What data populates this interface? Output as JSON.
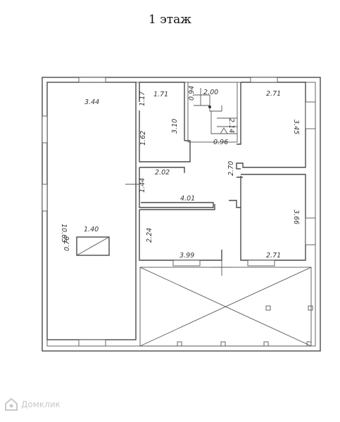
{
  "title": "1 этаж",
  "dimensions": {
    "hall_width": "3.44",
    "hall_length": "10.63",
    "hall_window_w": "1.40",
    "hall_window_h": "0.76",
    "bath_width": "1.71",
    "bath_v1": "1.17",
    "bath_v2": "3.10",
    "bath_v3": "1.62",
    "stair_top": "2.00",
    "stair_left": "0.94",
    "stair_mid": "2.14",
    "stair_bottom": "0.96",
    "room_ne_width": "2.71",
    "room_ne_height": "3.45",
    "corridor_width": "2.02",
    "corridor_height": "1.44",
    "corridor_v": "2.70",
    "corridor_long": "4.01",
    "room_sw_height": "2.24",
    "room_sw_width": "3.99",
    "room_se_height": "3.66",
    "room_se_width": "2.71"
  },
  "watermark": {
    "text": "Домклик",
    "icon": "house-logo-icon"
  }
}
